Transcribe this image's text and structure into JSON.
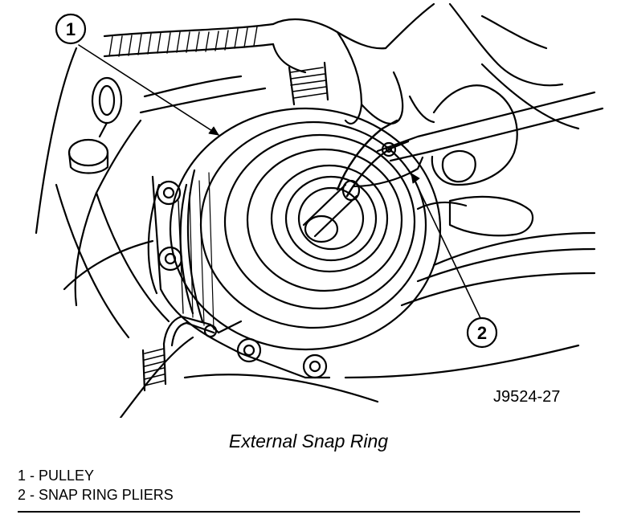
{
  "figure": {
    "callouts": [
      {
        "number": "1"
      },
      {
        "number": "2"
      }
    ],
    "code": "J9524-27"
  },
  "caption": "External Snap Ring",
  "legend": [
    {
      "text": "1 - PULLEY"
    },
    {
      "text": "2 - SNAP RING PLIERS"
    }
  ]
}
